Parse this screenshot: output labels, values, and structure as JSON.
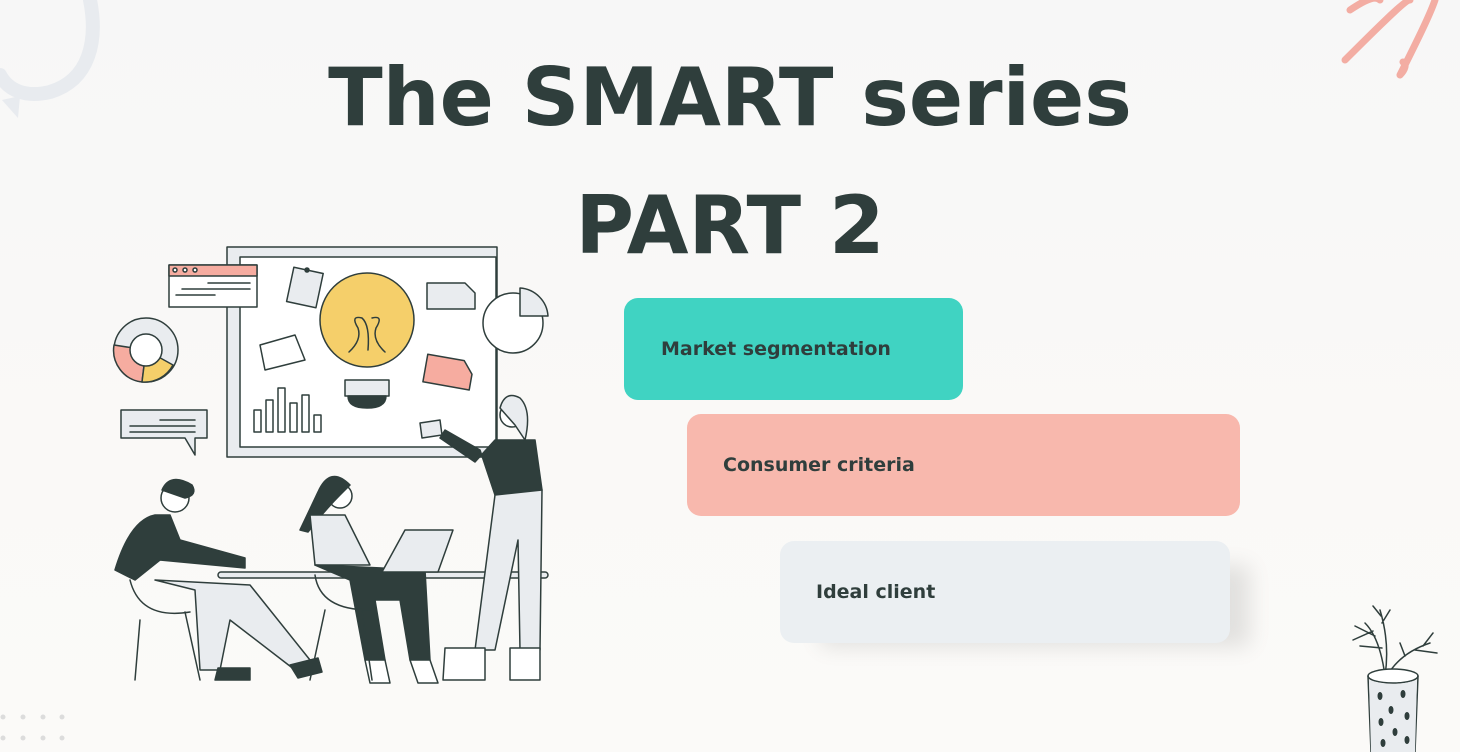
{
  "slide": {
    "title_line1": "The SMART series",
    "title_line2": "PART 2"
  },
  "items": [
    {
      "label": "Market segmentation",
      "color": "#40d3c2"
    },
    {
      "label": "Consumer criteria",
      "color": "#f8b8ad"
    },
    {
      "label": "Ideal client",
      "color": "#ebeff2"
    }
  ],
  "illustration": {
    "description": "team-meeting-with-lightbulb-whiteboard",
    "accent_colors": {
      "dark": "#2f3e3c",
      "yellow": "#f5cf6a",
      "pink": "#f6aca0",
      "light": "#e9ecef"
    }
  },
  "decorations": {
    "top_left": "loop-arrow-icon",
    "top_right": "pink-scribble-icon",
    "bottom_right": "plant-vase-icon",
    "bottom_left": "dot-grid-icon"
  }
}
